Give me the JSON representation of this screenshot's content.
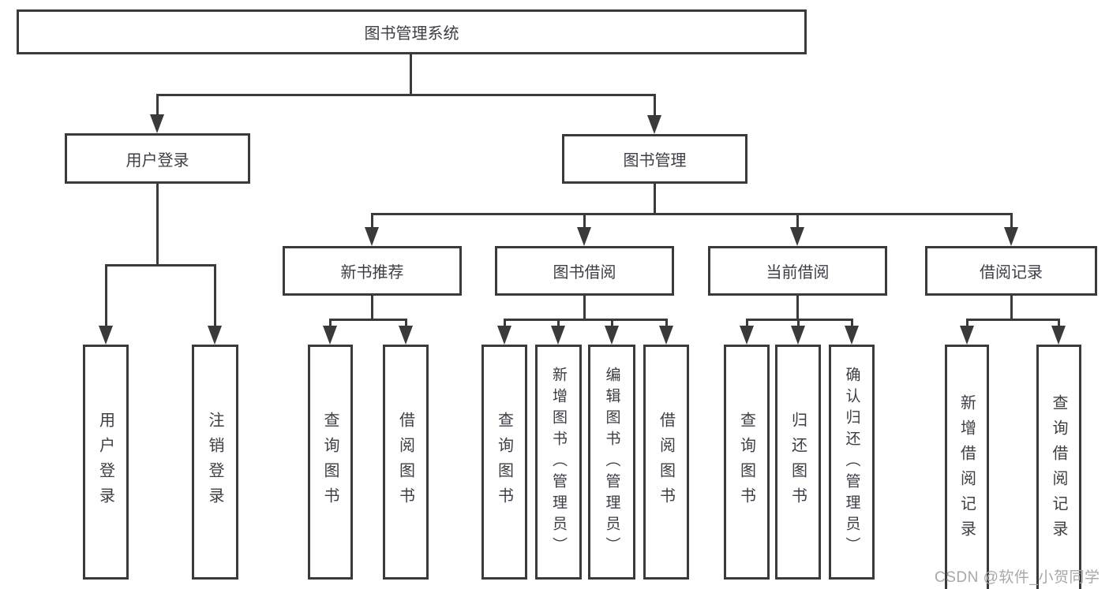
{
  "tree": {
    "label": "图书管理系统",
    "children": [
      {
        "label": "用户登录",
        "children": [
          {
            "label": "用户登录"
          },
          {
            "label": "注销登录"
          }
        ]
      },
      {
        "label": "图书管理",
        "children": [
          {
            "label": "新书推荐",
            "children": [
              {
                "label": "查询图书"
              },
              {
                "label": "借阅图书"
              }
            ]
          },
          {
            "label": "图书借阅",
            "children": [
              {
                "label": "查询图书"
              },
              {
                "label": "新增图书（管理员）"
              },
              {
                "label": "编辑图书（管理员）"
              },
              {
                "label": "借阅图书"
              }
            ]
          },
          {
            "label": "当前借阅",
            "children": [
              {
                "label": "查询图书"
              },
              {
                "label": "归还图书"
              },
              {
                "label": "确认归还（管理员）"
              }
            ]
          },
          {
            "label": "借阅记录",
            "children": [
              {
                "label": "新增借阅记录"
              },
              {
                "label": "查询借阅记录"
              }
            ]
          }
        ]
      }
    ]
  },
  "watermark": "CSDN @软件_小贺同学",
  "colors": {
    "line": "#3a3a3a",
    "text": "#3d3d46",
    "watermark": "#a8a8a8",
    "background": "#ffffff"
  }
}
